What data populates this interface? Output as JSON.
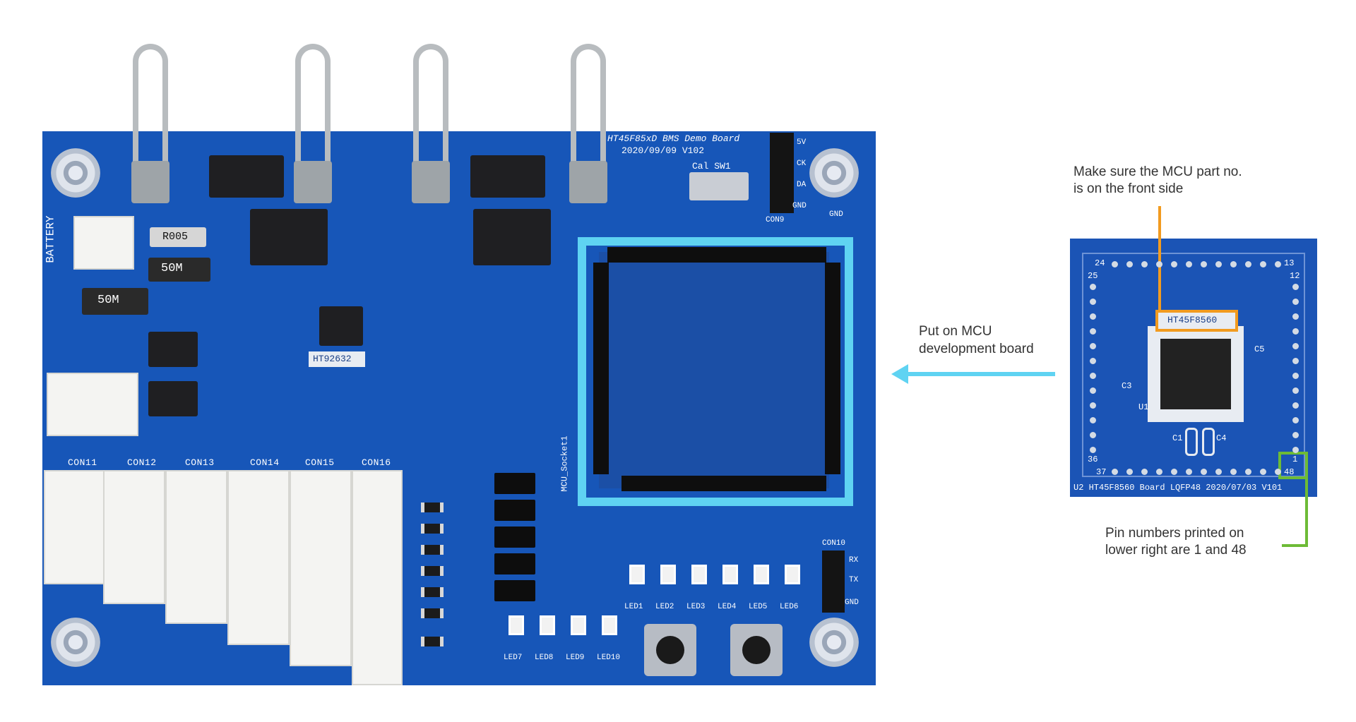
{
  "main_board": {
    "title": "HT45F85xD BMS Demo Board",
    "date": "2020/09/09 V102",
    "battery_label": "BATTERY",
    "resistor_labels": [
      "R005",
      "50M",
      "50M"
    ],
    "ic_label": "HT92632",
    "socket_label": "MCU_Socket1",
    "connectors": [
      "CON11",
      "CON12",
      "CON13",
      "CON14",
      "CON15",
      "CON16"
    ],
    "leds_row1": [
      "LED1",
      "LED2",
      "LED3",
      "LED4",
      "LED5",
      "LED6"
    ],
    "leds_row2": [
      "LED7",
      "LED8",
      "LED9",
      "LED10"
    ],
    "header_pins": [
      "5V",
      "CK",
      "DA",
      "GND"
    ],
    "uart_pins": [
      "RX",
      "TX",
      "GND"
    ],
    "con10": "CON10",
    "con9": "CON9",
    "gnd": "GND",
    "cal_sw": "Cal SW1"
  },
  "small_board": {
    "part_no": "HT45F8560",
    "footer": "U2 HT45F8560 Board LQFP48 2020/07/03 V101",
    "pin_labels": [
      "24",
      "13",
      "25",
      "12",
      "36",
      "37",
      "1",
      "48"
    ],
    "component_labels": [
      "C3",
      "C5",
      "U1",
      "C1",
      "C4"
    ]
  },
  "annotations": {
    "mcu_part_note": [
      "Make sure the MCU part no.",
      "is on the front side"
    ],
    "put_on_note": [
      "Put on MCU",
      "development board"
    ],
    "pin_note": [
      "Pin numbers printed on",
      "lower right are 1 and 48"
    ]
  },
  "colors": {
    "board_blue": "#1756b8",
    "highlight_cyan": "#5fd3f2",
    "highlight_orange": "#f29b1f",
    "highlight_green": "#6dbb36"
  }
}
